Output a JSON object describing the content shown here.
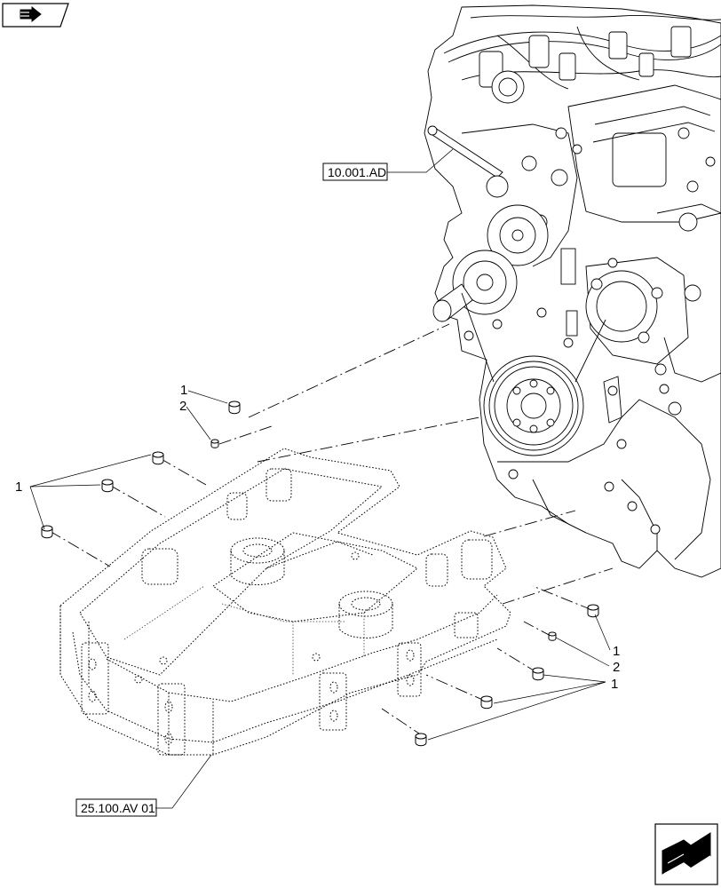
{
  "diagram": {
    "references": {
      "engine_ref": "10.001.AD",
      "support_ref": "25.100.AV 01"
    },
    "callouts": [
      {
        "key": "a",
        "text": "1"
      },
      {
        "key": "b",
        "text": "2"
      },
      {
        "key": "c",
        "text": "1"
      },
      {
        "key": "d",
        "text": "1"
      },
      {
        "key": "e",
        "text": "2"
      },
      {
        "key": "f",
        "text": "1"
      }
    ]
  },
  "icons": {
    "top_nav": "previous-page-arrow-icon",
    "bottom_nav": "next-page-arrow-icon"
  }
}
